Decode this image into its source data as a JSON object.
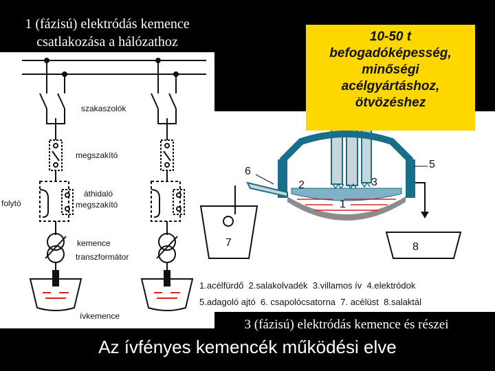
{
  "left_title": {
    "line1": "1 (fázisú) elektródás kemence",
    "line2": "csatlakozása a hálózathoz"
  },
  "capacity_box": {
    "lines": [
      "10-50 t",
      "befogadóképesség,",
      "minőségi",
      "acélgyártáshoz,",
      "ötvözéshez"
    ]
  },
  "circuit_labels": {
    "switches": "szakaszolók",
    "breaker": "megszakító",
    "continuous": "folytó",
    "bridging1": "áthidaló",
    "bridging2": "megszakító",
    "transformer1": "kemence",
    "transformer2": "transzformátor",
    "arc_furnace": "ívkemence"
  },
  "furnace_numbers": [
    "1",
    "2",
    "3",
    "5",
    "6",
    "7",
    "8"
  ],
  "legend": {
    "row1": "1.acélfürdő  2.salakolvadék  3.villamos ív  4.elektródok",
    "row2": "5.adagoló ajtó  6. csapolócsatorna  7. acélüst  8.salaktál"
  },
  "right_caption": "3 (fázisú) elektródás kemence és részei",
  "main_title": "Az ívfényes kemencék működési elve",
  "colors": {
    "background": "#000000",
    "yellow": "#ffd700",
    "steel_blue": "#1a6e8a",
    "slag_gray": "#8c8c8c",
    "electrode": "#c8d6dc",
    "red_marks": "#d9201a"
  }
}
